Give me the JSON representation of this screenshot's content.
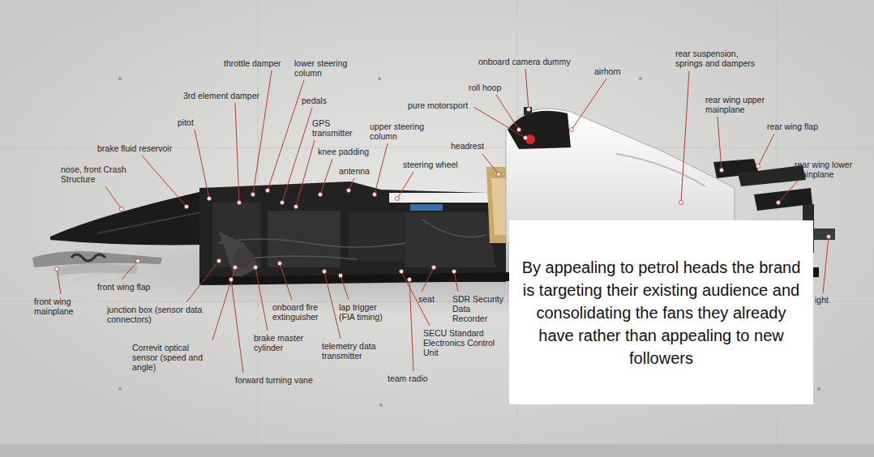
{
  "diagram": {
    "nodes": [
      {
        "text": [
          "By appealing to petrol heads the brand is targeting their existing audience and consolidating the fans they already have rather than appealing to new followers"
        ]
      }
    ],
    "labels": [
      "throttle damper",
      "lower steering column",
      "onboard camera dummy",
      "airhorn",
      "rear suspension, springs and dampers",
      "3rd element damper",
      "pedals",
      "roll hoop",
      "rear wing upper mainplane",
      "pitot",
      "GPS transmitter",
      "upper steering column",
      "pure motorsport",
      "rear wing flap",
      "brake fluid reservoir",
      "headrest",
      "knee padding",
      "steering wheel",
      "rear wing lower mainplane",
      "nose, front Crash Structure",
      "antenna",
      "front wing flap",
      "front wing mainplane",
      "junction box (sensor data connectors)",
      "onboard fire extinguisher",
      "lap trigger (FIA timing)",
      "seat",
      "SDR Security Data Recorder",
      "SECU Standard Electronics Control Unit",
      "Correvit optical sensor (speed and angle)",
      "brake master cylinder",
      "telemetry data transmitter",
      "forward turning vane",
      "team radio",
      "ight"
    ]
  }
}
